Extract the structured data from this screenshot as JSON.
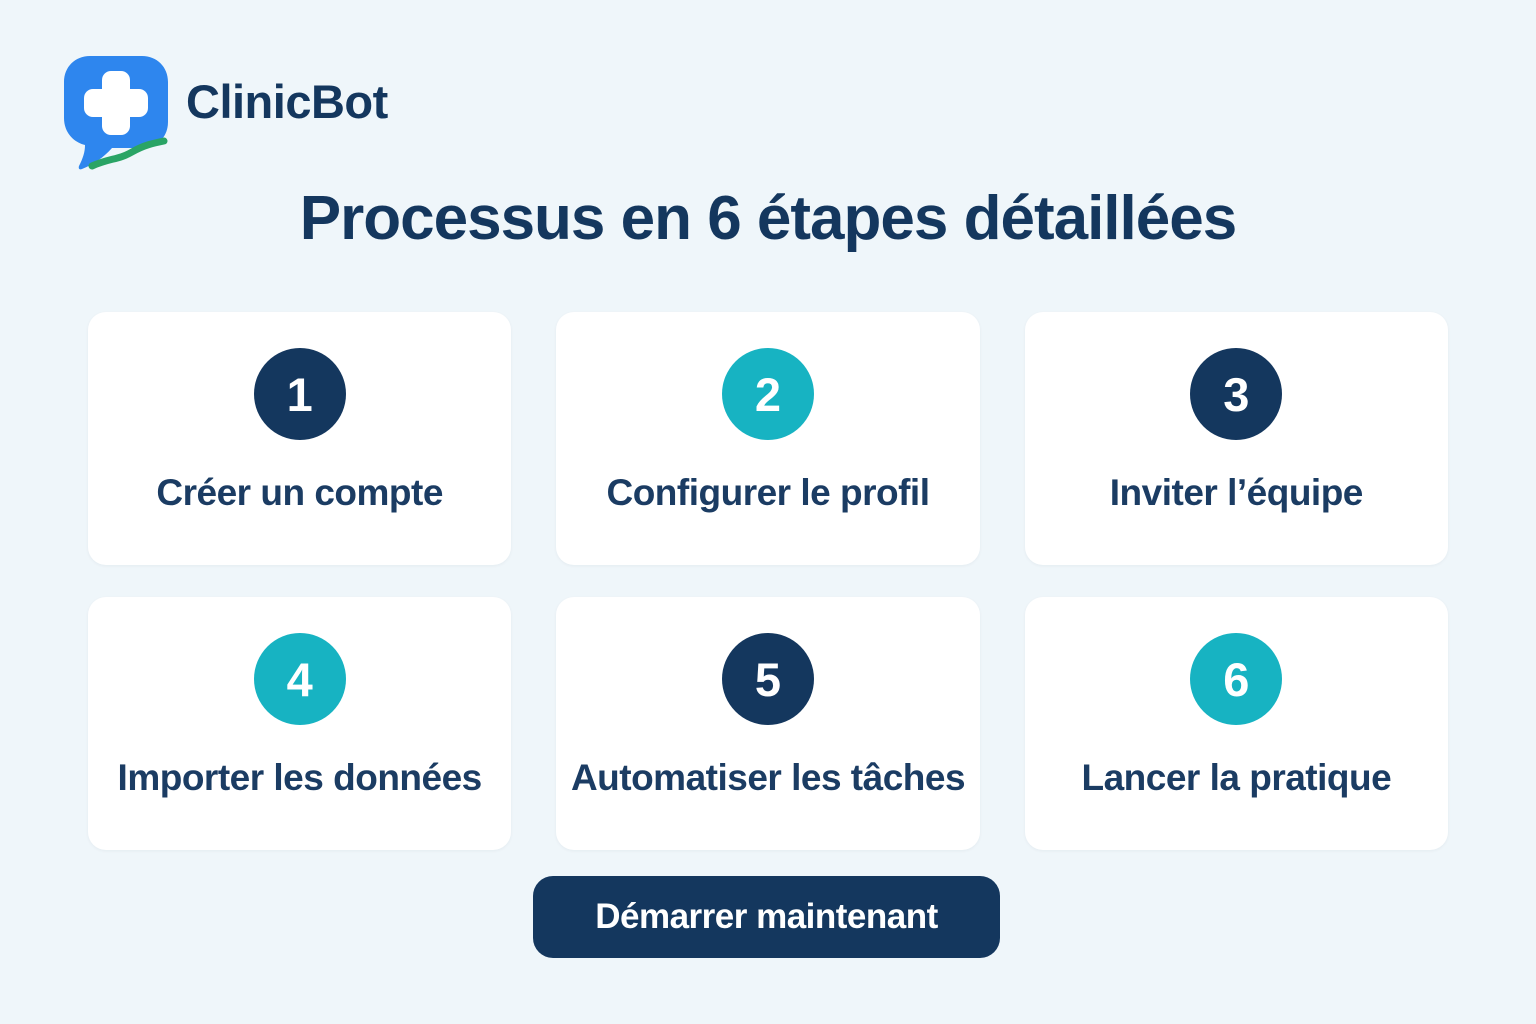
{
  "brand": {
    "name": "ClinicBot"
  },
  "title": "Processus en 6 étapes détaillées",
  "steps": [
    {
      "number": "1",
      "label": "Créer un compte",
      "circle_color": "#14375e"
    },
    {
      "number": "2",
      "label": "Configurer le profil",
      "circle_color": "#17b3c2"
    },
    {
      "number": "3",
      "label": "Inviter l’équipe",
      "circle_color": "#14375e"
    },
    {
      "number": "4",
      "label": "Importer les données",
      "circle_color": "#17b3c2"
    },
    {
      "number": "5",
      "label": "Automatiser les tâches",
      "circle_color": "#14375e"
    },
    {
      "number": "6",
      "label": "Lancer la pratique",
      "circle_color": "#17b3c2"
    }
  ],
  "cta": {
    "label": "Démarrer maintenant"
  },
  "icons": {
    "logo": "medical-cross-speech-bubble-icon"
  },
  "colors": {
    "navy": "#14375e",
    "teal": "#17b3c2",
    "logo_blue": "#2e86ee",
    "logo_green": "#2aa465",
    "background": "#eff6fa",
    "card": "#ffffff",
    "label": "#1b3c63"
  }
}
